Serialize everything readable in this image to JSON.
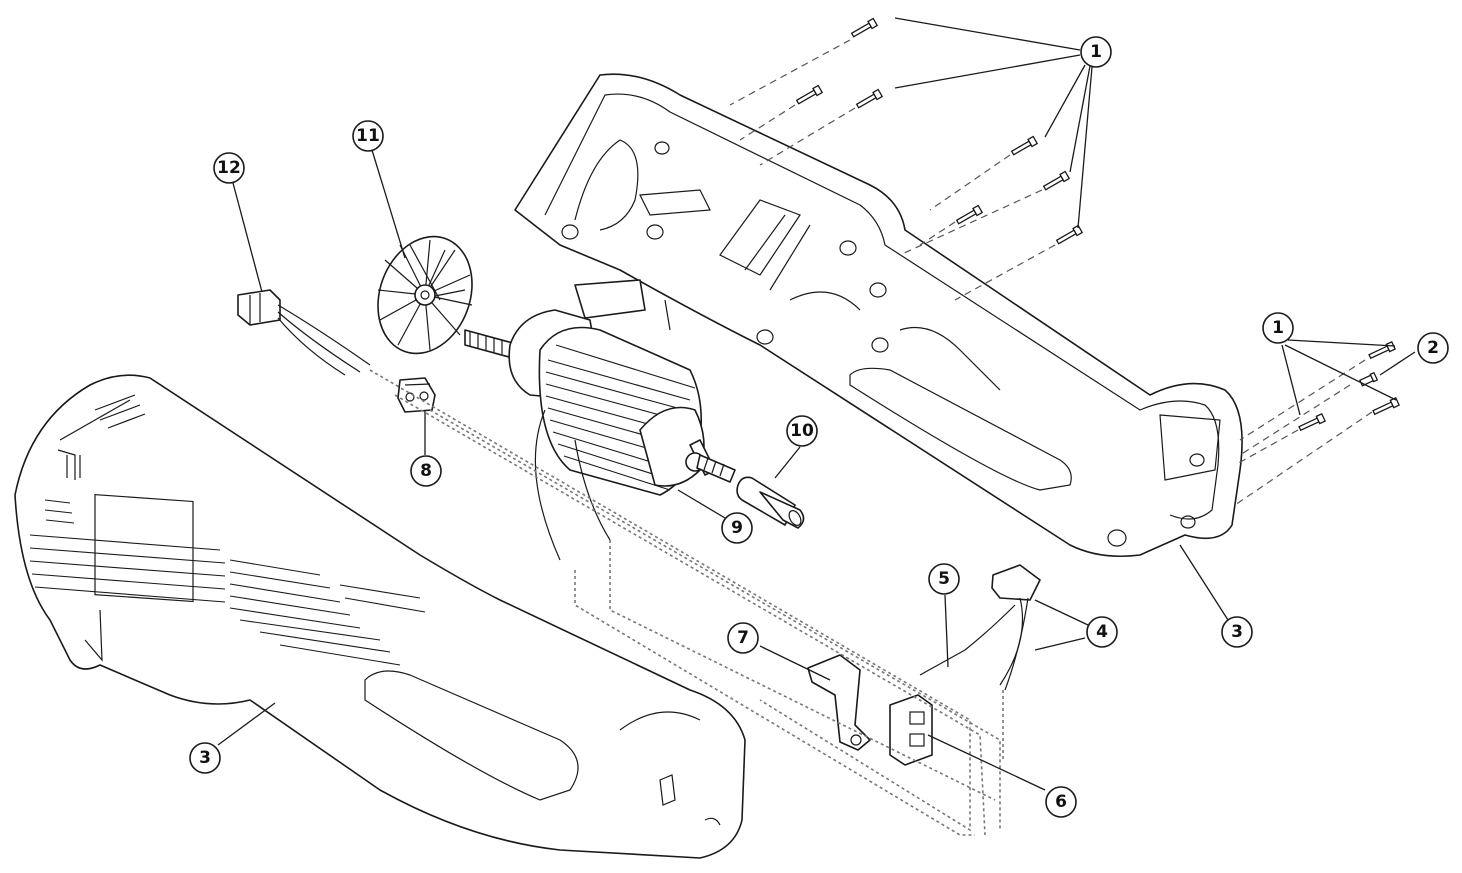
{
  "callouts": [
    {
      "label": "1"
    },
    {
      "label": "1"
    },
    {
      "label": "2"
    },
    {
      "label": "3"
    },
    {
      "label": "3"
    },
    {
      "label": "4"
    },
    {
      "label": "5"
    },
    {
      "label": "6"
    },
    {
      "label": "7"
    },
    {
      "label": "8"
    },
    {
      "label": "9"
    },
    {
      "label": "10"
    },
    {
      "label": "11"
    },
    {
      "label": "12"
    }
  ],
  "colors": {
    "line": "#1a1a1a",
    "background": "#ffffff",
    "leader_dash": "#777777"
  }
}
